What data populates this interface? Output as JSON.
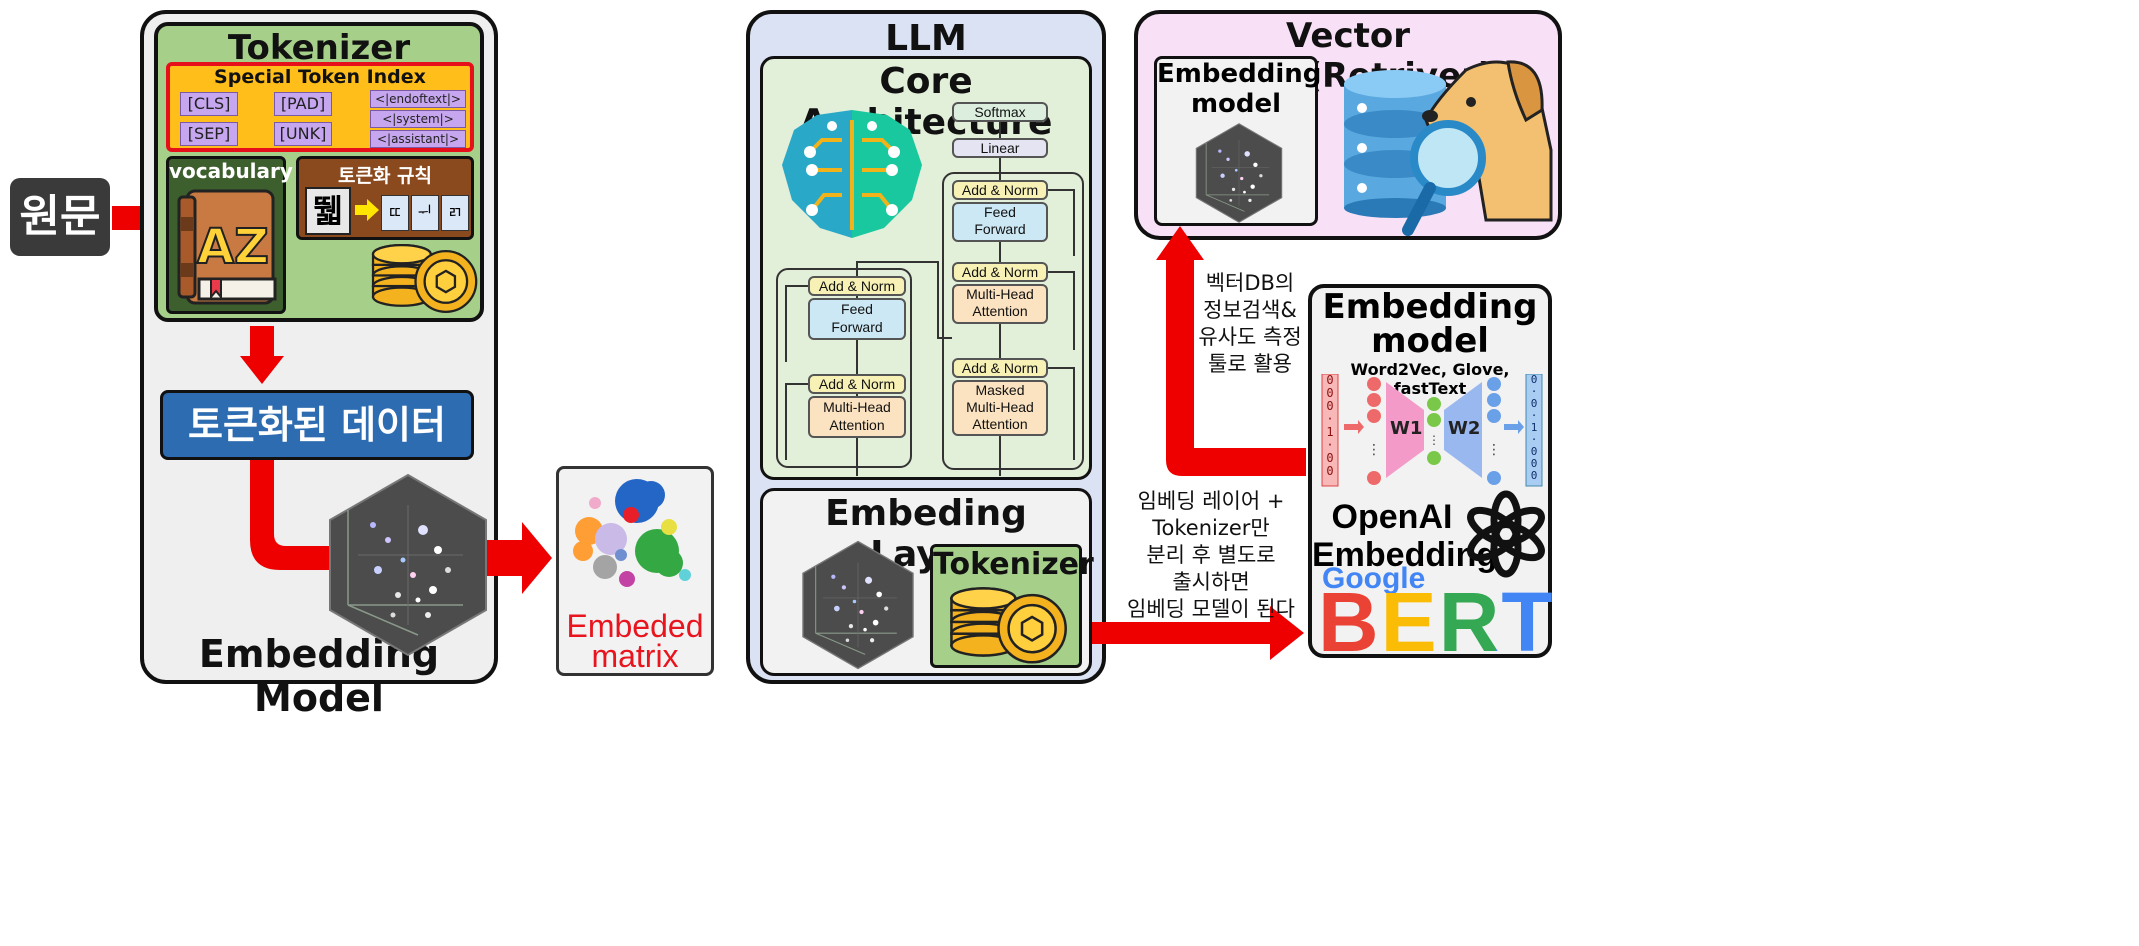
{
  "source": {
    "label": "원문"
  },
  "tokenizer": {
    "title": "Tokenizer",
    "special": {
      "title": "Special Token Index",
      "tokens": [
        "[CLS]",
        "[SEP]",
        "[PAD]",
        "[UNK]",
        "<|endoftext|>",
        "<|system|>",
        "<|assistant|>"
      ]
    },
    "vocabulary": {
      "title": "vocabulary",
      "book_letters": "AZ"
    },
    "rules": {
      "title": "토큰화 규칙",
      "source_char": "뛟",
      "parts": [
        "ㄸ",
        "ᅱ",
        "ㄺ"
      ]
    }
  },
  "tokenized": {
    "label": "토큰화된 데이터"
  },
  "embedding_model_panel": {
    "title": "Embedding Model"
  },
  "embedded_matrix": {
    "label": "Embeded\nmatrix"
  },
  "llm": {
    "title": "LLM",
    "core": {
      "title": "Core Architecture",
      "blocks": {
        "softmax": "Softmax",
        "linear": "Linear",
        "add_norm": "Add & Norm",
        "feed_forward": "Feed\nForward",
        "multi_head": "Multi-Head\nAttention",
        "masked_multi_head": "Masked\nMulti-Head\nAttention"
      }
    },
    "embedding_layer": {
      "title": "Embeding Layer",
      "tokenizer_label": "Tokenizer"
    }
  },
  "vector_store": {
    "title": "Vector Store(Retriver)",
    "embedding_model_label": "Embedding\nmodel"
  },
  "embedding_model_box": {
    "title": "Embedding\nmodel",
    "subtitle": "Word2Vec, Glove, fastText",
    "input_vector": [
      "0",
      "0",
      "0",
      "·",
      "1",
      "·",
      "0",
      "0"
    ],
    "output_vector": [
      "0",
      "·",
      "0",
      "·",
      "1",
      "·",
      "0",
      "0",
      "0"
    ],
    "w1": "W1",
    "w2": "W2",
    "openai": "OpenAI\nEmbedding",
    "google": "Google",
    "bert": "BERT"
  },
  "annotations": {
    "vector_db": "벡터DB의\n정보검색&\n유사도 측정\n툴로 활용",
    "release": "임베딩 레이어 +\nTokenizer만\n분리 후 별도로\n출시하면\n임베딩 모델이 된다"
  },
  "colors": {
    "arrow": "#ee0000",
    "tokenizer_green": "#a6d08a",
    "special_orange": "#ffbe1a",
    "special_border": "#e6101a",
    "token_purple": "#c6a6ee",
    "vocab_dark_green": "#3d5e2d",
    "rules_brown": "#8a4a1e",
    "tokenized_blue": "#2d6cb0",
    "llm_bg": "#dbe2f3",
    "core_bg": "#e2efd9",
    "vector_store_bg": "#f8e0f6",
    "embedded_red": "#e8141e"
  },
  "icons": [
    "book-icon",
    "coins-icon",
    "brain-circuit-icon",
    "database-icon",
    "dog-detective-icon",
    "magnifier-icon",
    "openai-logo-icon",
    "hexagon-3d-plot-icon",
    "scatter-cluster-icon"
  ]
}
